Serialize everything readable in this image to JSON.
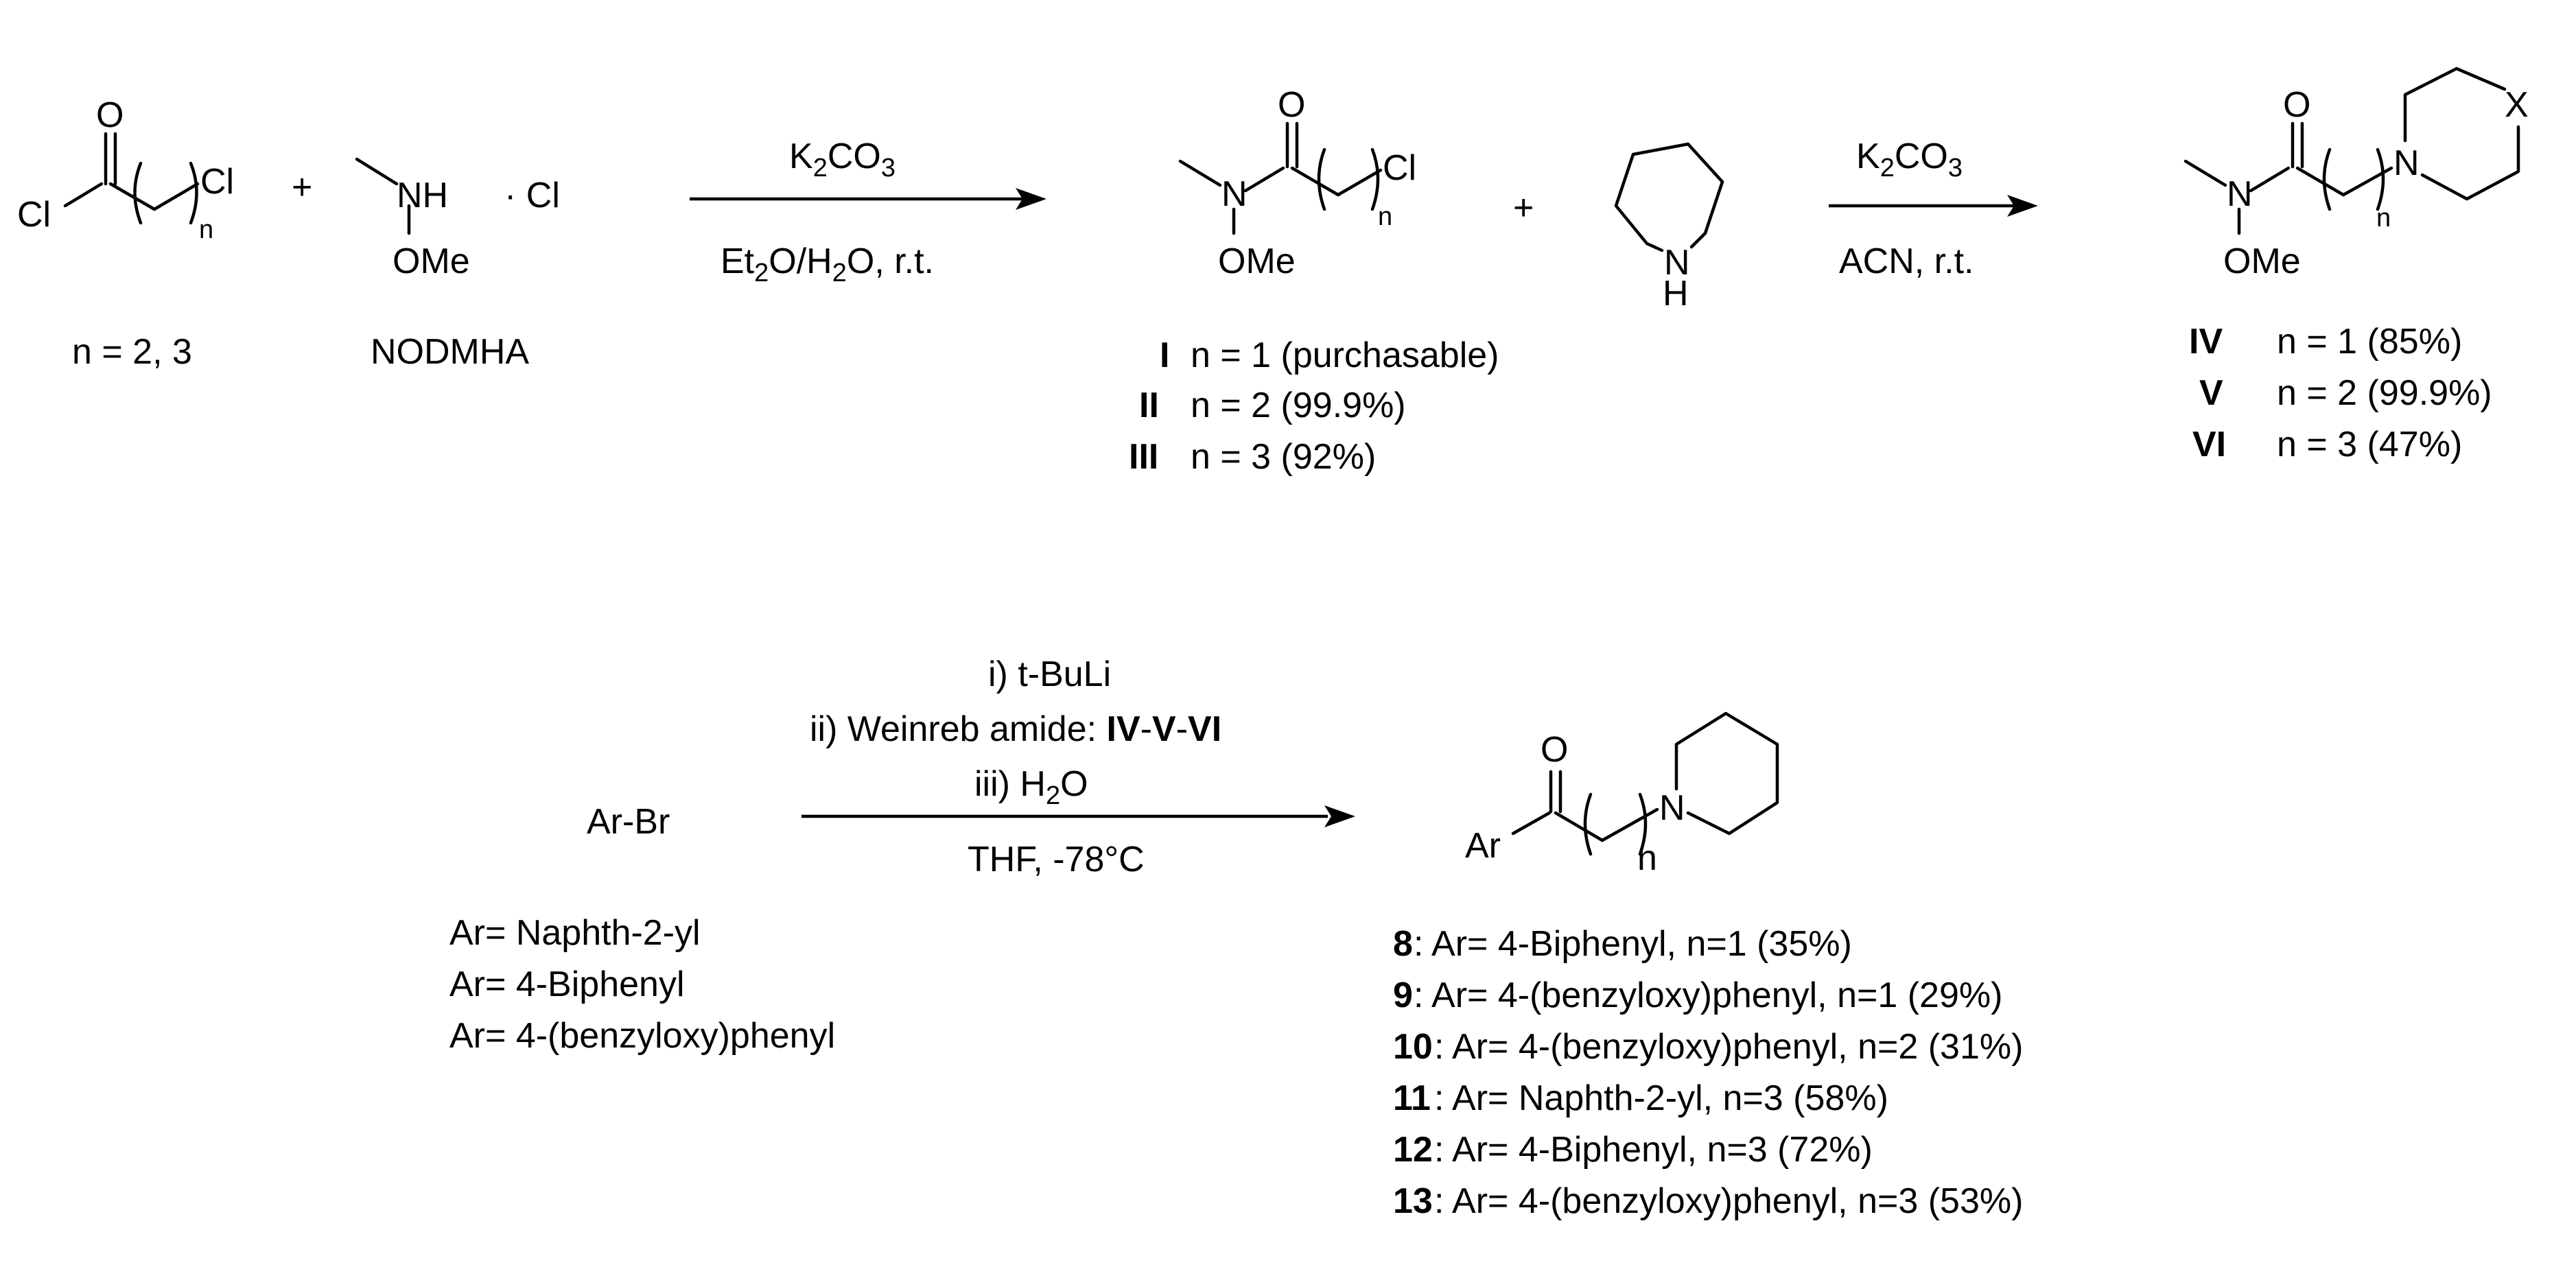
{
  "colors": {
    "ink": "#000000",
    "background": "#ffffff"
  },
  "step1": {
    "reactant1": {
      "atom_o": "O",
      "atom_cl_left": "Cl",
      "atom_cl_right": "Cl",
      "subscript_n": "n",
      "caption": "n = 2, 3"
    },
    "plus": "+",
    "reactant2": {
      "atom_nh": "NH",
      "salt": "· Cl",
      "atom_ome": "OMe",
      "caption": "NODMHA"
    },
    "arrow": {
      "above_main": "K",
      "above_sub": "2",
      "above_rest": "CO",
      "above_sub2": "3",
      "below_a": "Et",
      "below_sub1": "2",
      "below_b": "O/H",
      "below_sub2": "2",
      "below_c": "O, r.t."
    },
    "product": {
      "atom_o": "O",
      "atom_n": "N",
      "atom_cl": "Cl",
      "subscript_n": "n",
      "atom_ome": "OMe",
      "entries": [
        {
          "id": "I",
          "text": "n = 1 (purchasable)"
        },
        {
          "id": "II",
          "text": "n = 2 (99.9%)"
        },
        {
          "id": "III",
          "text": "n = 3 (92%)"
        }
      ]
    }
  },
  "step2": {
    "plus": "+",
    "piperidine": {
      "atom_n": "N",
      "atom_h": "H"
    },
    "arrow": {
      "above_main": "K",
      "above_sub": "2",
      "above_rest": "CO",
      "above_sub2": "3",
      "below": "ACN, r.t."
    },
    "product": {
      "atom_o": "O",
      "atom_n_amide": "N",
      "atom_n_ring": "N",
      "atom_x": "X",
      "subscript_n": "n",
      "atom_ome": "OMe",
      "entries": [
        {
          "id": "IV",
          "text": "n = 1 (85%)"
        },
        {
          "id": "V",
          "text": "n = 2 (99.9%)"
        },
        {
          "id": "VI",
          "text": "n = 3 (47%)"
        }
      ]
    }
  },
  "step3": {
    "reactant": "Ar-Br",
    "ar_options": [
      "Ar= Naphth-2-yl",
      "Ar= 4-Biphenyl",
      "Ar= 4-(benzyloxy)phenyl"
    ],
    "arrow": {
      "line1": "i) t-BuLi",
      "line2_text": "ii) Weinreb amide: ",
      "line2_bold_a": "IV",
      "line2_dash1": "-",
      "line2_bold_b": "V",
      "line2_dash2": "-",
      "line2_bold_c": "VI",
      "line3_a": "iii) H",
      "line3_sub": "2",
      "line3_b": "O",
      "below": "THF, -78°C"
    },
    "product": {
      "atom_o": "O",
      "atom_ar": "Ar",
      "atom_n": "N",
      "subscript_n": "n",
      "entries": [
        {
          "id": "8",
          "text": ": Ar= 4-Biphenyl, n=1 (35%)"
        },
        {
          "id": "9",
          "text": ": Ar= 4-(benzyloxy)phenyl, n=1 (29%)"
        },
        {
          "id": "10",
          "text": ": Ar= 4-(benzyloxy)phenyl, n=2 (31%)"
        },
        {
          "id": "11",
          "text": ": Ar= Naphth-2-yl, n=3 (58%)"
        },
        {
          "id": "12",
          "text": ": Ar= 4-Biphenyl, n=3 (72%)"
        },
        {
          "id": "13",
          "text": ": Ar= 4-(benzyloxy)phenyl, n=3 (53%)"
        }
      ]
    }
  }
}
